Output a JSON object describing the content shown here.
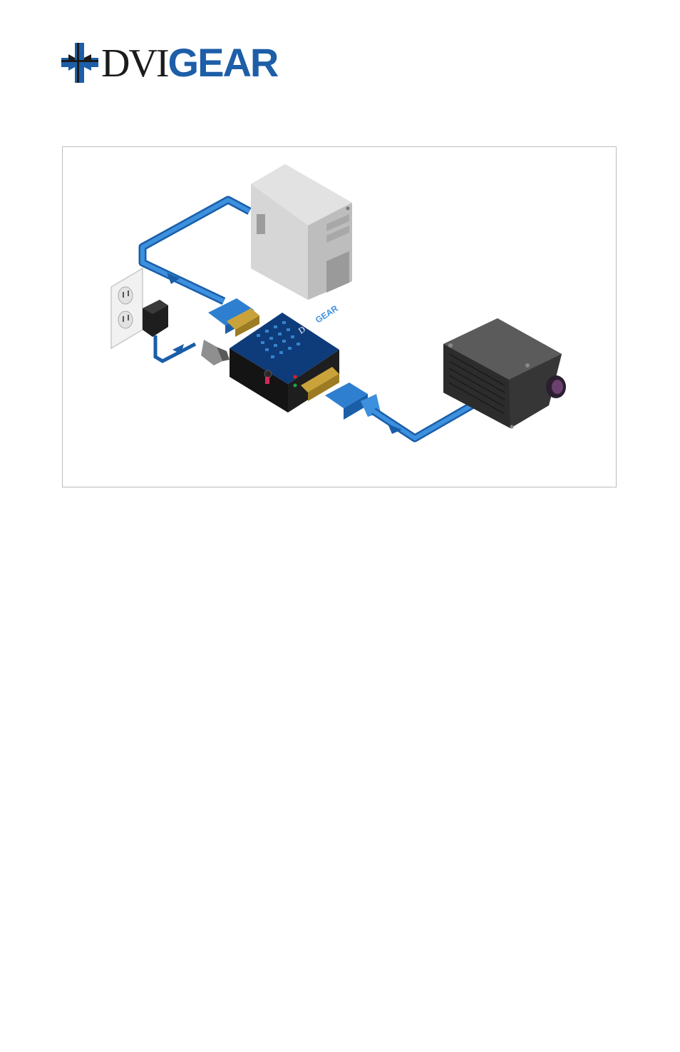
{
  "logo": {
    "dvi": "DVI",
    "gear": "GEAR",
    "mark_icon": "plus-cross-mark-icon",
    "colors": {
      "blue": "#1d5ea8",
      "black": "#1b1b1b"
    }
  },
  "figure": {
    "icons": [
      "computer-tower-icon",
      "wall-outlet-icon",
      "power-adapter-icon",
      "dvi-connector-icon",
      "converter-box-icon",
      "vga-connector-icon",
      "projector-icon"
    ],
    "box_logo": {
      "dvi": "DVI",
      "gear": "GEAR"
    },
    "colors": {
      "cable": "#2e7fd0",
      "cable_dark": "#1a5ea8",
      "box": "#161616",
      "projector": "#3a3a3a",
      "tower": "#cfcfcf"
    }
  }
}
